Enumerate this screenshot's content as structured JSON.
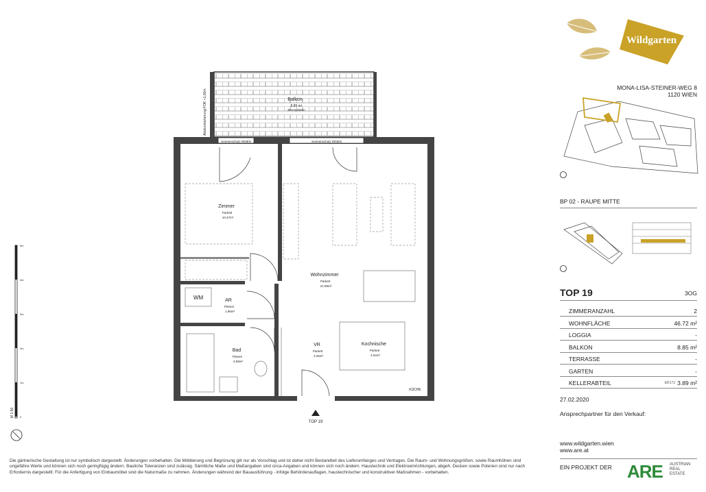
{
  "brand": {
    "name": "Wildgarten",
    "color": "#c9a227",
    "leaf_icon_name": "leaf-icon"
  },
  "address": {
    "line1": "MONA-LISA-STEINER-WEG 8",
    "line2": "1120 WIEN"
  },
  "building_part": "BP 02 - RAUPE MITTE",
  "unit": {
    "title": "TOP 19",
    "floor": "3OG",
    "rows": [
      {
        "key": "ZIMMERANZAHL",
        "value": "2",
        "extra": ""
      },
      {
        "key": "WOHNFLÄCHE",
        "value": "46.72 m²",
        "extra": ""
      },
      {
        "key": "LOGGIA",
        "value": "-",
        "extra": ""
      },
      {
        "key": "BALKON",
        "value": "8.85 m²",
        "extra": ""
      },
      {
        "key": "TERRASSE",
        "value": "-",
        "extra": ""
      },
      {
        "key": "GARTEN",
        "value": "-",
        "extra": ""
      },
      {
        "key": "KELLERABTEIL",
        "value": "3.89 m²",
        "extra": "ER173"
      }
    ]
  },
  "date": "27.02.2020",
  "contact_label": "Ansprechpartner für den Verkauf:",
  "links": [
    "www.wildgarten.wien",
    "www.are.at"
  ],
  "project_by": "EIN PROJEKT DER",
  "are_logo": {
    "text": "ARE",
    "sub1": "AUSTRIAN",
    "sub2": "REAL",
    "sub3": "ESTATE",
    "color": "#2e8b3a"
  },
  "plan": {
    "balcony": {
      "name": "Balkon",
      "area": "8.85 m²",
      "floor": "Betonplatten"
    },
    "balcony_note": "Absturzsicherung FOK +1,00m",
    "sunshade1": "Sonnenschutz INNEN",
    "sunshade2": "Sonnenschutz INNEN",
    "rooms": [
      {
        "name": "Zimmer",
        "floor": "Parkett",
        "area": "10.47m²"
      },
      {
        "name": "Wohnzimmer",
        "floor": "Parkett",
        "area": "21.89m²"
      },
      {
        "name": "AR",
        "floor": "Fliesen",
        "area": "1.96m²"
      },
      {
        "name": "Bad",
        "floor": "Fliesen",
        "area": "4.59m²"
      },
      {
        "name": "VR",
        "floor": "Parkett",
        "area": "3.25m²"
      },
      {
        "name": "Kochnische",
        "floor": "Parkett",
        "area": "4.54m²"
      }
    ],
    "wm": "WM",
    "kitchen_label": "KÜCHE",
    "entrance": "TOP 19",
    "scale_label": "M 1:50",
    "scale_ticks": [
      "5m",
      "4m",
      "3m",
      "2m",
      "1m",
      "0"
    ]
  },
  "disclaimer": "Die gärtnerische Gestaltung ist nur symbolisch dargestellt. Änderungen vorbehalten. Die Möblierung und Begrünung gilt nur als Vorschlag und ist daher nicht Bestandteil des Lieferumfanges und Vertrages. Die Raum- und Wohnungsgrößen, sowie Raumhöhen sind ungefähre Werte und können sich noch geringfügig ändern. Bauliche Toleranzen sind zulässig. Sämtliche Maße und Maßangaben sind circa-Angaben und können sich noch ändern. Haustechnik und Elektroeinrichtungen, abgeh. Decken sowie Poterien sind nur nach Erfordernis dargestellt. Für die Anfertigung von Einbaumöbel sind die Naturmaße zu nehmen. Änderungen während der Bauausführung - infolge Behördenauflagen, haustechnischer und konstruktiver Maßnahmen - vorbehalten."
}
